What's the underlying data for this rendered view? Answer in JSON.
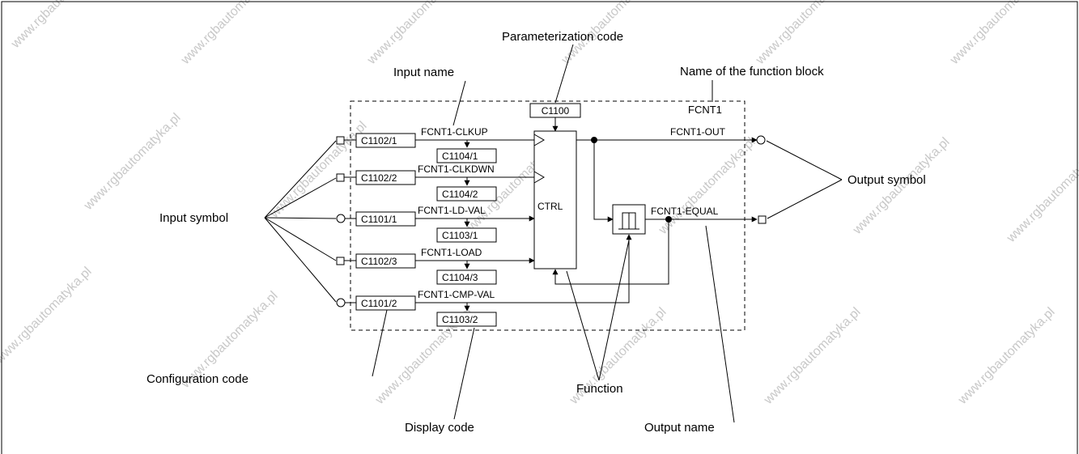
{
  "annotations": {
    "parameterization_code": "Parameterization code",
    "input_name": "Input name",
    "function_block_name": "Name of the function block",
    "input_symbol": "Input symbol",
    "output_symbol": "Output symbol",
    "configuration_code": "Configuration code",
    "function": "Function",
    "display_code": "Display code",
    "output_name": "Output name"
  },
  "block": {
    "name": "FCNT1",
    "parameter_code": "C1100",
    "function_label": "CTRL"
  },
  "inputs": [
    {
      "symbol": "square",
      "config_code": "C1102/1",
      "name": "FCNT1-CLKUP",
      "display_code": "C1104/1"
    },
    {
      "symbol": "square",
      "config_code": "C1102/2",
      "name": "FCNT1-CLKDWN",
      "display_code": "C1104/2"
    },
    {
      "symbol": "circle",
      "config_code": "C1101/1",
      "name": "FCNT1-LD-VAL",
      "display_code": "C1103/1"
    },
    {
      "symbol": "square",
      "config_code": "C1102/3",
      "name": "FCNT1-LOAD",
      "display_code": "C1104/3"
    },
    {
      "symbol": "circle",
      "config_code": "C1101/2",
      "name": "FCNT1-CMP-VAL",
      "display_code": "C1103/2"
    }
  ],
  "outputs": [
    {
      "symbol": "circle",
      "name": "FCNT1-OUT"
    },
    {
      "symbol": "square",
      "name": "FCNT1-EQUAL"
    }
  ],
  "watermark": "www.rgbautomatyka.pl"
}
